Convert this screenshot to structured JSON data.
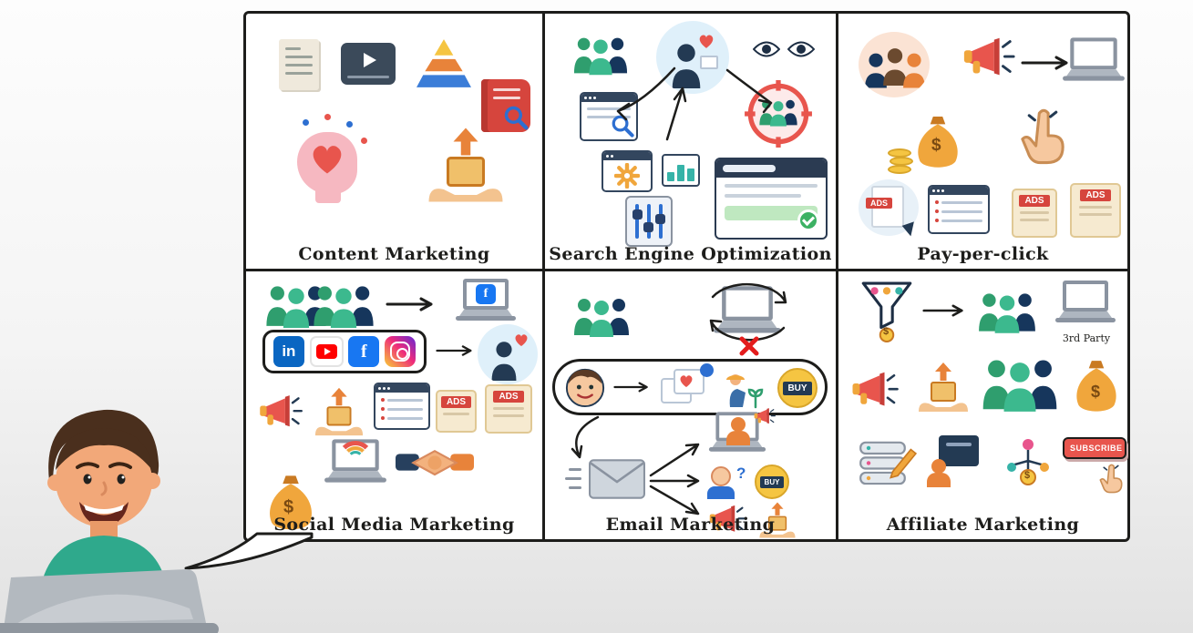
{
  "badges": {
    "ads": "ADS",
    "buy": "BUY",
    "subscribe": "SUBSCRIBE",
    "third_party": "3rd Party",
    "linkedin_logo": "in",
    "facebook_logo": "f",
    "dollar": "$",
    "question_mark": "?"
  },
  "panels": {
    "content_marketing": {
      "label": "Content Marketing",
      "icons": [
        "article-icon",
        "video-player-icon",
        "content-pyramid-icon",
        "book-research-icon",
        "emotional-branding-icon",
        "product-launch-icon"
      ]
    },
    "seo": {
      "label": "Search Engine Optimization",
      "icons": [
        "audience-icon",
        "content-promotion-icon",
        "eyes-icon",
        "target-audience-icon",
        "search-browser-icon",
        "settings-browser-icon",
        "analytics-card-icon",
        "ranking-sliders-icon",
        "search-results-icon"
      ]
    },
    "pay_per_click": {
      "label": "Pay-per-click",
      "icons": [
        "advertisers-icon",
        "megaphone-icon",
        "arrow-right-icon",
        "ad-screen-icon",
        "money-bag-icon",
        "click-hand-icon",
        "ads-document-icon",
        "ads-list-icon",
        "ads-card-icon"
      ]
    },
    "social_media": {
      "label": "Social Media Marketing",
      "icons": [
        "audience-icon",
        "social-laptop-icon",
        "linkedin-icon",
        "youtube-icon",
        "facebook-icon",
        "instagram-icon",
        "engagement-icon",
        "megaphone-icon",
        "product-box-icon",
        "ads-list-icon",
        "ads-card-icon",
        "rainbow-laptop-icon",
        "handshake-icon",
        "money-bag-icon"
      ]
    },
    "email_marketing": {
      "label": "Email Marketing",
      "icons": [
        "audience-icon",
        "laptop-sync-icon",
        "cross-icon",
        "customer-avatar-icon",
        "social-content-icon",
        "nurture-icon",
        "buy-button-icon",
        "envelope-icon",
        "ad-display-icon",
        "decision-icon",
        "offer-icon"
      ]
    },
    "affiliate_marketing": {
      "label": "Affiliate Marketing",
      "icons": [
        "funnel-icon",
        "arrow-right-icon",
        "audience-icon",
        "third-party-laptop-icon",
        "megaphone-icon",
        "product-box-icon",
        "money-bag-icon",
        "tracking-icon",
        "publisher-dashboard-icon",
        "commission-network-icon",
        "subscribe-button-icon"
      ]
    }
  }
}
